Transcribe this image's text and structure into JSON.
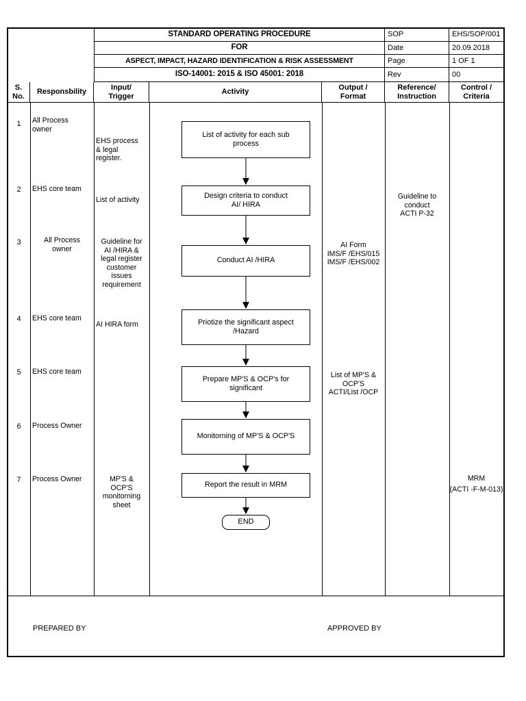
{
  "document": {
    "header": {
      "title_line1": "STANDARD OPERATING PROCEDURE",
      "title_line2": "FOR",
      "title_line3": "ASPECT, IMPACT, HAZARD IDENTIFICATION & RISK ASSESSMENT",
      "title_line4": "ISO-14001: 2015 & ISO 45001: 2018",
      "meta": [
        {
          "label": "SOP",
          "value": "EHS/SOP/001"
        },
        {
          "label": "Date",
          "value": "20.09.2018"
        },
        {
          "label": "Page",
          "value": "1 OF 1"
        },
        {
          "label": "Rev",
          "value": "00"
        }
      ]
    },
    "columns": [
      {
        "id": "sno",
        "label": "S.\nNo."
      },
      {
        "id": "resp",
        "label": "Responsbility"
      },
      {
        "id": "input",
        "label": "Input/\nTrigger"
      },
      {
        "id": "activity",
        "label": "Activity"
      },
      {
        "id": "output",
        "label": "Output /\nFormat"
      },
      {
        "id": "reference",
        "label": "Reference/\nInstruction"
      },
      {
        "id": "control",
        "label": "Control /\nCriteria"
      }
    ],
    "rows": [
      {
        "sno": "1",
        "responsibility": "All Process\nowner",
        "align": "left",
        "input": "EHS process\n& legal\nregister."
      },
      {
        "sno": "2",
        "responsibility": "EHS core team",
        "align": "left",
        "input": "List of activity"
      },
      {
        "sno": "3",
        "responsibility": "All Process\nowner",
        "align": "center",
        "input": "Guideline for\nAI /HIRA &\nlegal register\ncustomer\nissues\nrequirement"
      },
      {
        "sno": "4",
        "responsibility": "EHS core team",
        "align": "left",
        "input": "AI HIRA form"
      },
      {
        "sno": "5",
        "responsibility": "EHS core team",
        "align": "left",
        "input": ""
      },
      {
        "sno": "6",
        "responsibility": "Process Owner",
        "align": "left",
        "input": ""
      },
      {
        "sno": "7",
        "responsibility": "Process Owner",
        "align": "left",
        "input": "MP'S &\nOCP'S\nmonitorning\nsheet"
      }
    ],
    "activity_flow": {
      "steps": [
        {
          "id": "step-1",
          "label": "List of activity for each sub\nprocess"
        },
        {
          "id": "step-2",
          "label": "Design criteria to conduct\nAI/ HIRA"
        },
        {
          "id": "step-3",
          "label": "Conduct AI /HIRA"
        },
        {
          "id": "step-4",
          "label": "Priotize the significant aspect\n/Hazard"
        },
        {
          "id": "step-5",
          "label": "Prepare MP'S & OCP's  for\nsignificant"
        },
        {
          "id": "step-6",
          "label": "Monitorning  of  MP'S & OCP'S"
        },
        {
          "id": "step-7",
          "label": "Report the result in MRM"
        },
        {
          "id": "step-end",
          "label": "END"
        }
      ]
    },
    "output_format": [
      {
        "text": "AI Form\nIMS/F /EHS/015\nIMS/F /EHS/002"
      },
      {
        "text": "List of MP'S &\nOCP'S\nACTI/List /OCP"
      }
    ],
    "reference_instruction": [
      {
        "text": "Guideline to\nconduct\nACTI P-32"
      }
    ],
    "control_criteria": [
      {
        "text": "MRM\n(ACTI -F-M-013)"
      }
    ],
    "footer": {
      "prepared_by": "PREPARED BY",
      "approved_by": "APPROVED BY"
    }
  }
}
